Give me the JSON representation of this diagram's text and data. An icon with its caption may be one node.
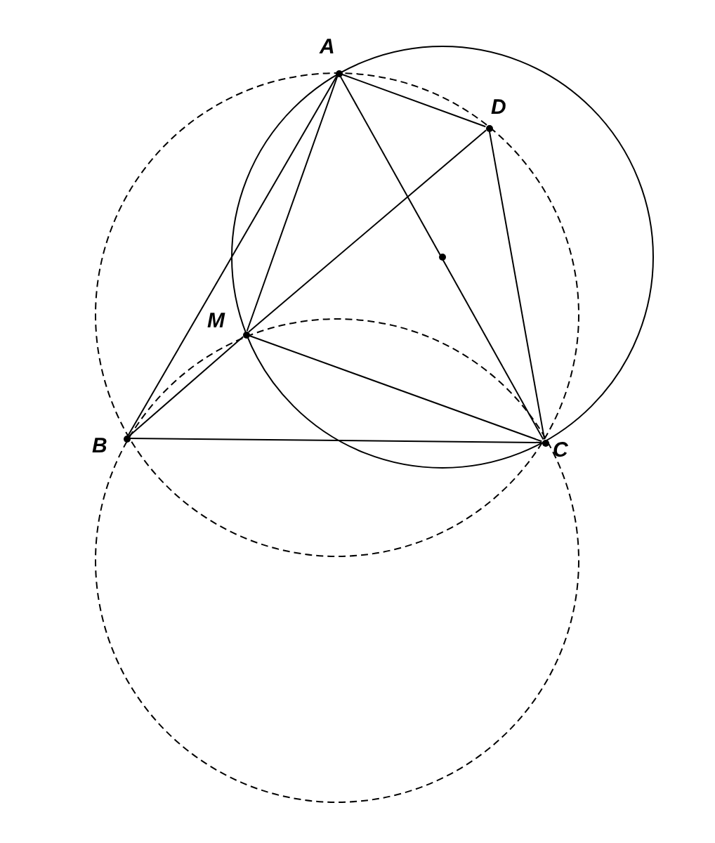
{
  "diagram": {
    "nodes": [
      {
        "text": [
          "A"
        ]
      },
      {
        "text": [
          "D"
        ]
      },
      {
        "text": [
          "M"
        ]
      },
      {
        "text": [
          "B"
        ]
      },
      {
        "text": [
          "C"
        ]
      }
    ],
    "edges": [
      {
        "from": 0,
        "to": 3,
        "arrow": "none"
      },
      {
        "from": 0,
        "to": 2,
        "arrow": "none"
      },
      {
        "from": 0,
        "to": 1,
        "arrow": "none"
      },
      {
        "from": 0,
        "to": 4,
        "arrow": "none"
      },
      {
        "from": 1,
        "to": 4,
        "arrow": "none"
      },
      {
        "from": 3,
        "to": 2,
        "arrow": "none"
      },
      {
        "from": 2,
        "to": 1,
        "arrow": "none"
      },
      {
        "from": 2,
        "to": 4,
        "arrow": "none"
      },
      {
        "from": 3,
        "to": 4,
        "arrow": "none"
      }
    ]
  }
}
